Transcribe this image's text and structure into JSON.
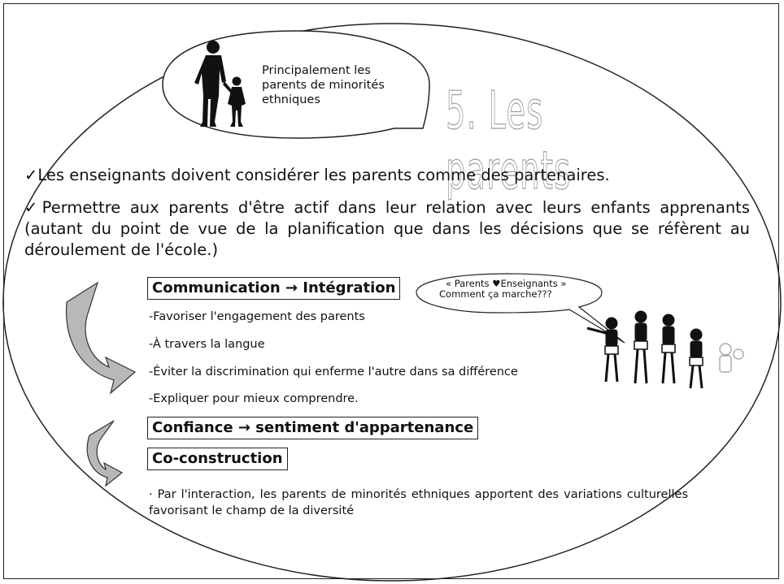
{
  "speech_bubble": {
    "text": "Principalement les parents de minorités ethniques"
  },
  "watermark_title": "5. Les parents",
  "bullets": [
    "✓Les enseignants doivent considérer les parents comme des partenaires.",
    "✓Permettre aux parents d'être actif dans leur relation avec leurs enfants apprenants (autant du point de vue de la planification que dans les décisions que se réfèrent au déroulement de l'école.)"
  ],
  "section1": {
    "heading": "Communication → Intégration",
    "items": [
      "-Favoriser l'engagement des parents",
      "-À travers la langue",
      "-Éviter la discrimination qui enferme l'autre dans sa différence",
      "-Expliquer pour mieux comprendre."
    ]
  },
  "speech_bubble2": {
    "line1": "« Parents ♥Enseignants »",
    "line2": "Comment ça marche???"
  },
  "section2": {
    "heading": "Confiance → sentiment d'appartenance"
  },
  "section3": {
    "heading": "Co-construction",
    "paragraph": "· Par l'interaction, les parents de minorités ethniques apportent des variations culturelles favorisant le champ de la diversité"
  },
  "colors": {
    "border": "#222222",
    "arrow_fill": "#b8b8b8",
    "silhouette": "#111111"
  }
}
